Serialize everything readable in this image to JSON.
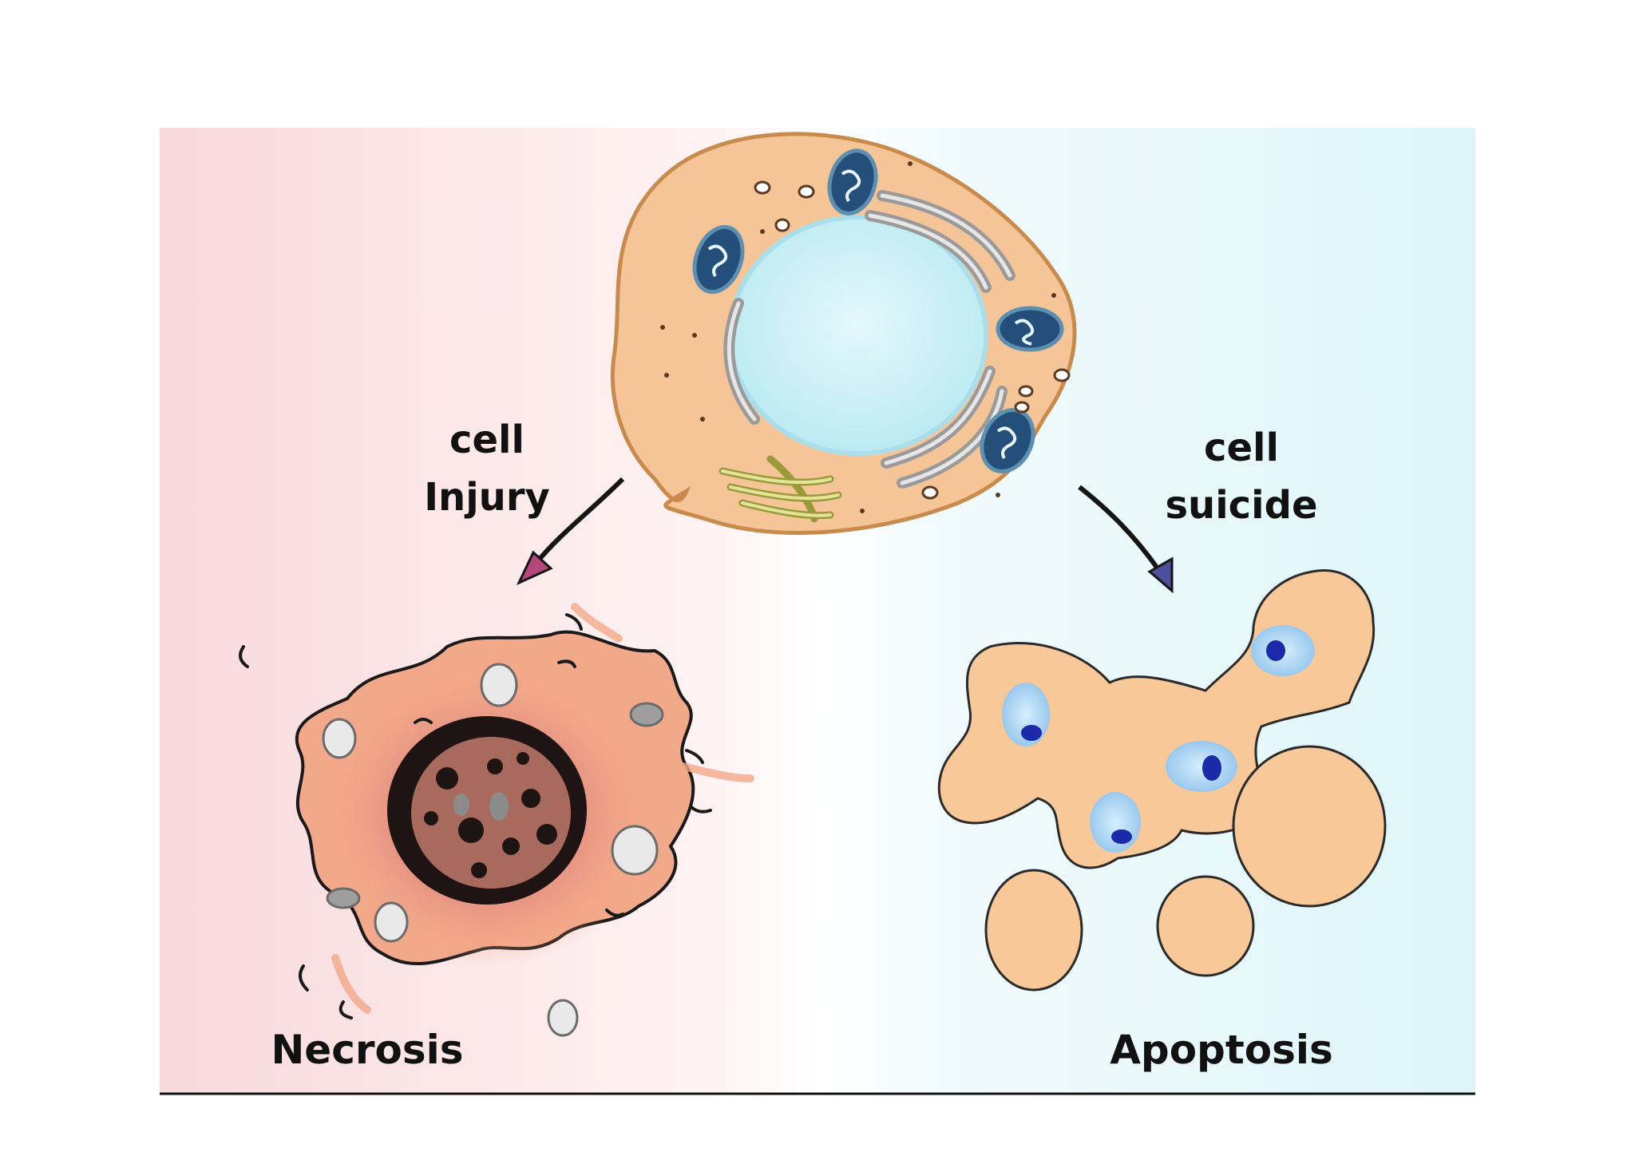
{
  "labels": {
    "injury_line1": "cell",
    "injury_line2": "Injury",
    "suicide_line1": "cell",
    "suicide_line2": "suicide",
    "necrosis": "Necrosis",
    "apoptosis": "Apoptosis"
  },
  "colors": {
    "cytoplasm": "#f6c597",
    "membrane": "#c98b4c",
    "nucleus": "#c3eef6",
    "mitochondria": "#244f7a",
    "apoptotic_nucleus": "#1a2aa8",
    "necrotic_nucleus": "#1f1414"
  }
}
